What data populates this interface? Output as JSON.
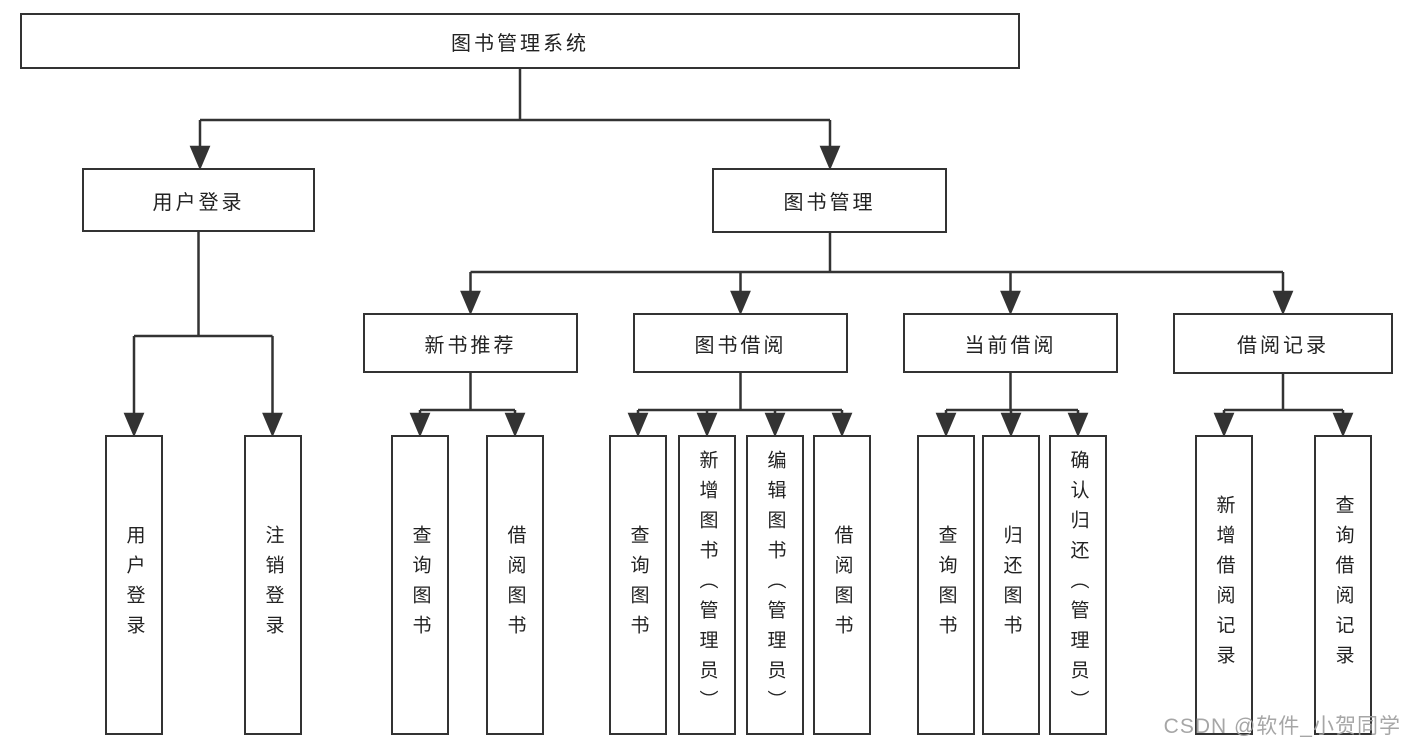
{
  "root": {
    "label": "图书管理系统"
  },
  "branches": [
    {
      "label": "用户登录"
    },
    {
      "label": "图书管理"
    }
  ],
  "modules": [
    {
      "label": "新书推荐",
      "parent": "图书管理"
    },
    {
      "label": "图书借阅",
      "parent": "图书管理"
    },
    {
      "label": "当前借阅",
      "parent": "图书管理"
    },
    {
      "label": "借阅记录",
      "parent": "图书管理"
    }
  ],
  "leaves": [
    {
      "label": "用户登录",
      "parent": "用户登录"
    },
    {
      "label": "注销登录",
      "parent": "用户登录"
    },
    {
      "label": "查询图书",
      "parent": "新书推荐"
    },
    {
      "label": "借阅图书",
      "parent": "新书推荐"
    },
    {
      "label": "查询图书",
      "parent": "图书借阅"
    },
    {
      "label": "新增图书（管理员）",
      "parent": "图书借阅"
    },
    {
      "label": "编辑图书（管理员）",
      "parent": "图书借阅"
    },
    {
      "label": "借阅图书",
      "parent": "图书借阅"
    },
    {
      "label": "查询图书",
      "parent": "当前借阅"
    },
    {
      "label": "归还图书",
      "parent": "当前借阅"
    },
    {
      "label": "确认归还（管理员）",
      "parent": "当前借阅"
    },
    {
      "label": "新增借阅记录",
      "parent": "借阅记录"
    },
    {
      "label": "查询借阅记录",
      "parent": "借阅记录"
    }
  ],
  "watermark": "CSDN @软件_小贺同学",
  "colors": {
    "line": "#333333",
    "text": "#222222",
    "box_background": "#ffffff",
    "watermark": "#9e9e9e"
  }
}
